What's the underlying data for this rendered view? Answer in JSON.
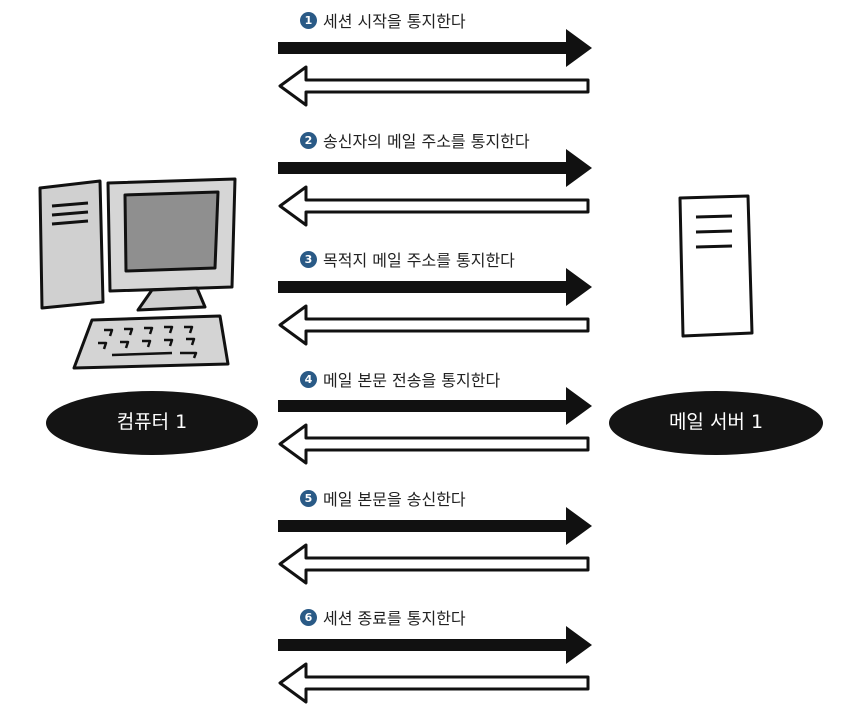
{
  "nodes": {
    "client": {
      "label": "컴퓨터 1",
      "icon": "desktop-computer-icon"
    },
    "server": {
      "label": "메일 서버 1",
      "icon": "server-tower-icon"
    }
  },
  "steps": [
    {
      "number": "1",
      "text": "세션 시작을 통지한다"
    },
    {
      "number": "2",
      "text": "송신자의 메일 주소를 통지한다"
    },
    {
      "number": "3",
      "text": "목적지 메일 주소를 통지한다"
    },
    {
      "number": "4",
      "text": "메일 본문 전송을 통지한다"
    },
    {
      "number": "5",
      "text": "메일 본문을 송신한다"
    },
    {
      "number": "6",
      "text": "세션 종료를 통지한다"
    }
  ],
  "colors": {
    "badge": "#2a5a86",
    "ellipse": "#141414",
    "arrow": "#111111",
    "device_gray": "#c9c9c9"
  }
}
